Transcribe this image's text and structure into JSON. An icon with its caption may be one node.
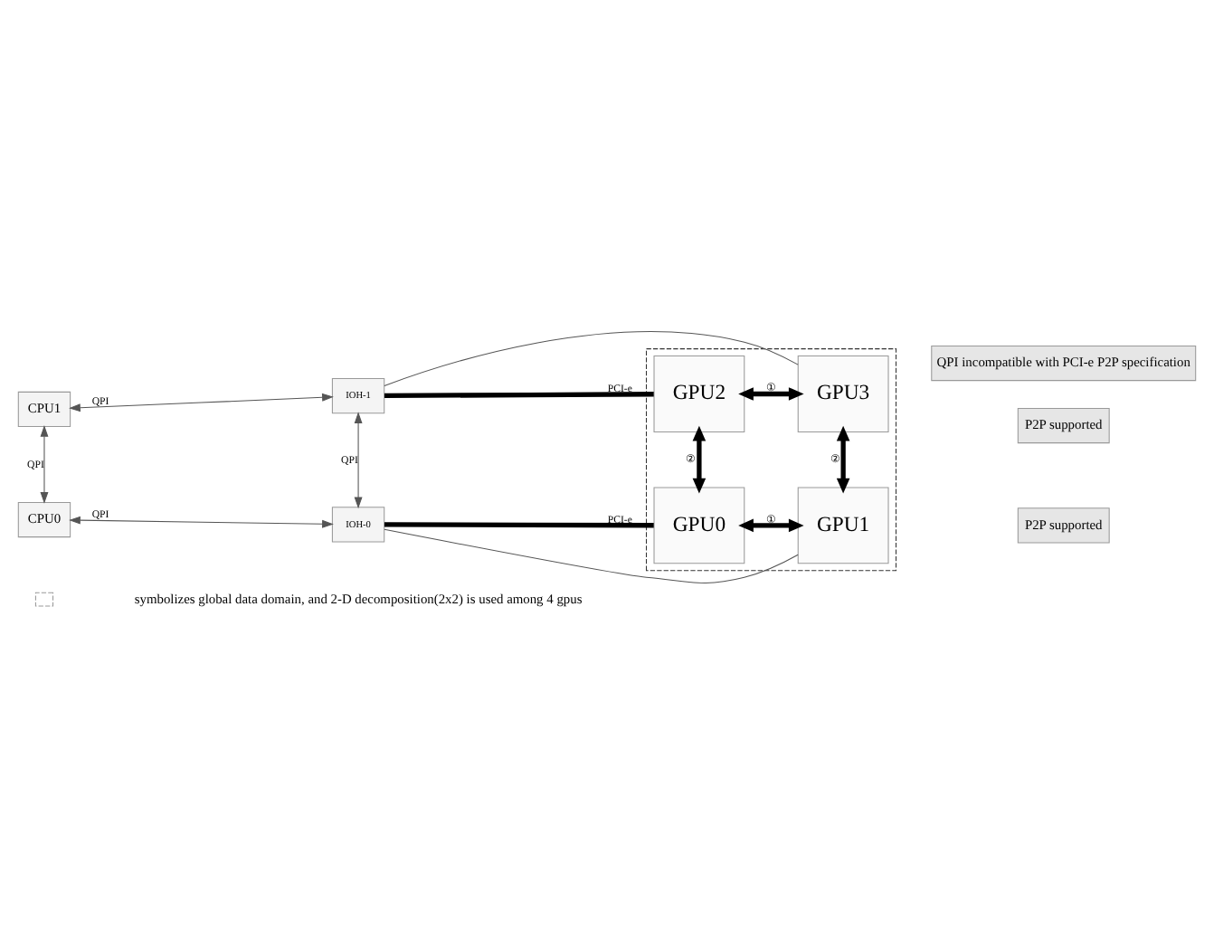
{
  "diagram": {
    "nodes": [
      {
        "text": [
          "CPU1"
        ]
      },
      {
        "text": [
          "IOH-1"
        ]
      },
      {
        "text": [
          "CPU0"
        ]
      },
      {
        "text": [
          "IOH-0"
        ]
      },
      {
        "text": [],
        "shape": "box"
      },
      {
        "text": [
          "GPU2"
        ],
        "in": 4
      },
      {
        "text": [
          "GPU3"
        ],
        "in": 4
      },
      {
        "text": [
          "GPU0"
        ],
        "in": 4
      },
      {
        "text": [
          "GPU1"
        ],
        "in": 4
      },
      {
        "text": [
          "P2P supported"
        ]
      },
      {
        "text": [
          "QPI incompatible with PCI-e P2P specification"
        ]
      },
      {
        "text": [
          "P2P supported"
        ]
      }
    ],
    "edges": [
      {
        "from": 0,
        "to": 1,
        "arrow": "both",
        "label": "QPI"
      },
      {
        "from": 2,
        "to": 3,
        "arrow": "both",
        "label": "QPI"
      },
      {
        "from": 0,
        "to": 2,
        "arrow": "both",
        "label": "QPI"
      },
      {
        "from": 1,
        "to": 3,
        "arrow": "both",
        "label": "QPI"
      },
      {
        "from": 1,
        "to": 5,
        "arrow": "none",
        "style": "thick",
        "label": "PCI-e"
      },
      {
        "from": 1,
        "to": 6,
        "arrow": "none"
      },
      {
        "from": 3,
        "to": 7,
        "arrow": "none",
        "style": "thick",
        "label": "PCI-e"
      },
      {
        "from": 3,
        "to": 8,
        "arrow": "none"
      },
      {
        "from": 5,
        "to": 6,
        "arrow": "both",
        "style": "thick",
        "label": "①"
      },
      {
        "from": 5,
        "to": 7,
        "arrow": "both",
        "style": "thick",
        "label": "②"
      },
      {
        "from": 6,
        "to": 8,
        "arrow": "both",
        "style": "thick",
        "label": "②"
      },
      {
        "from": 7,
        "to": 8,
        "arrow": "both",
        "style": "thick",
        "label": "①"
      }
    ],
    "legend": [
      {
        "text": "symbolizes global data domain, and 2-D decomposition(2x2) is used among 4 gpus"
      }
    ]
  }
}
